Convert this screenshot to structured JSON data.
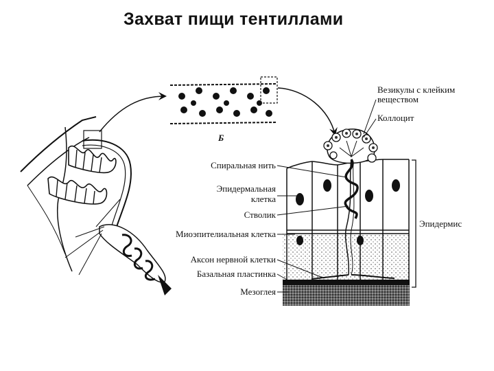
{
  "slide": {
    "title": "Захват пищи тентиллами"
  },
  "figure": {
    "inset_label": "Б",
    "labels_left": {
      "spiral_thread": "Спиральная нить",
      "epidermal_cell_line1": "Эпидермальная",
      "epidermal_cell_line2": "клетка",
      "stalk": "Стволик",
      "myoepithelial_cell": "Миоэпителиальная клетка",
      "nerve_axon": "Аксон нервной клетки",
      "basal_lamina": "Базальная пластинка",
      "mesoglea": "Мезоглея"
    },
    "labels_right": {
      "vesicles_line1": "Везикулы с клейким",
      "vesicles_line2": "веществом",
      "colloblast": "Коллоцит",
      "epidermis": "Эпидермис"
    }
  }
}
